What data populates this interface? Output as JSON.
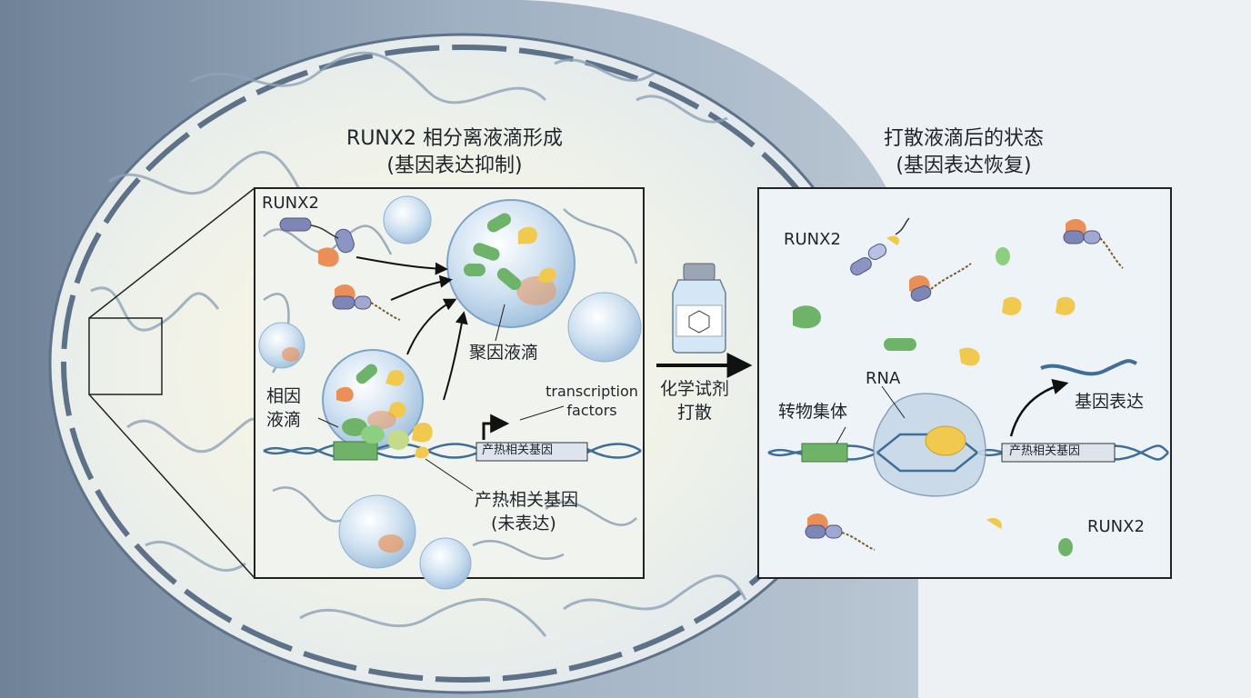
{
  "left_panel": {
    "title_line1": "RUNX2 相分离液滴形成",
    "title_line2": "(基因表达抑制)",
    "runx2_label": "RUNX2",
    "condensate_label": "聚因液滴",
    "phase_droplet_line1": "相因",
    "phase_droplet_line2": "液滴",
    "tf_line1": "transcription",
    "tf_line2": "factors",
    "gene_box": "产热相关基因",
    "gene_label_line1": "产热相关基因",
    "gene_label_line2": "(未表达)"
  },
  "middle": {
    "reagent_line1": "化学试剂",
    "reagent_line2": "打散"
  },
  "right_panel": {
    "title_line1": "打散液滴后的状态",
    "title_line2": "(基因表达恢复)",
    "runx2_top": "RUNX2",
    "runx2_bottom": "RUNX2",
    "rna_label": "RNA",
    "transcription_complex": "转物集体",
    "gene_box": "产热相关基因",
    "expression_label": "基因表达"
  },
  "colors": {
    "cell_outer": "#7d8fa3",
    "nucleus": "#e9eef3",
    "droplet": "#b9d3ea",
    "green_protein": "#6fb36a",
    "yellow_protein": "#f1c94e",
    "orange_protein": "#e98f57",
    "dna": "#3f6e96"
  }
}
